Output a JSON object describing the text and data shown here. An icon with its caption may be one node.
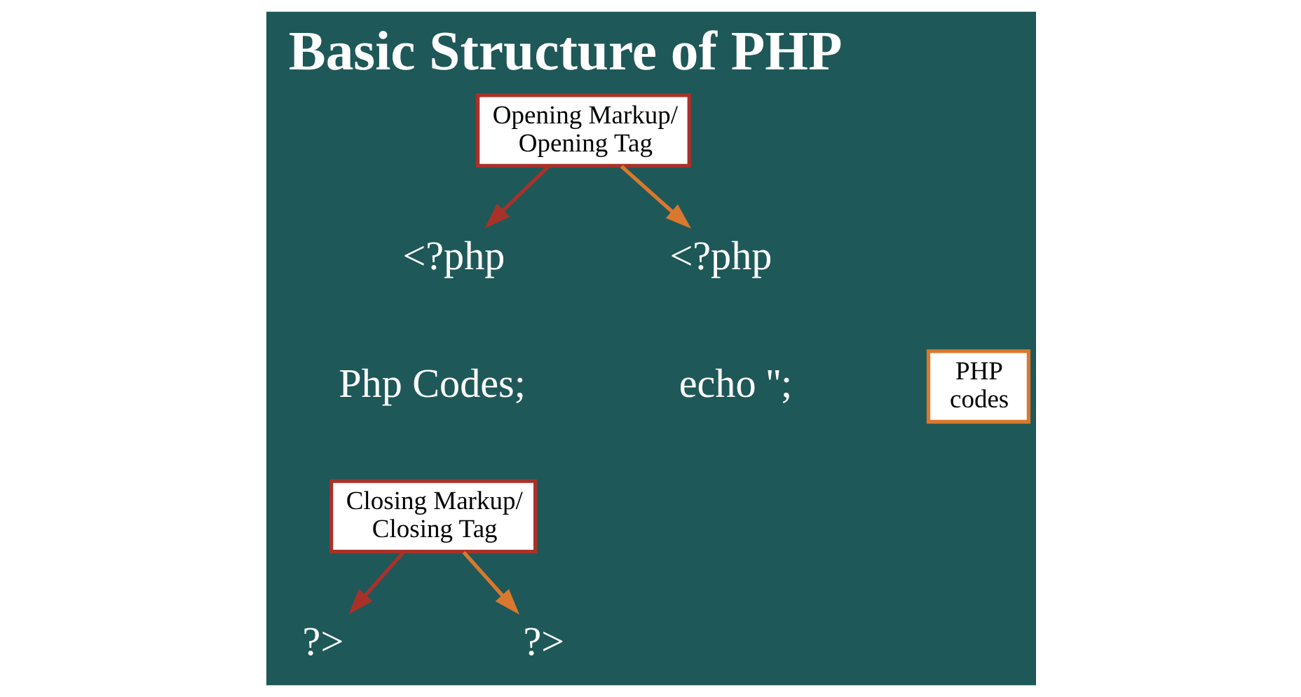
{
  "diagram": {
    "title": "Basic Structure of PHP",
    "nodes": [
      {
        "text": [
          "<?php"
        ]
      },
      {
        "text": [
          "Opening Markup/ Opening Tag"
        ]
      },
      {
        "text": [
          "<?php"
        ]
      },
      {
        "text": [
          "Php Codes;"
        ]
      },
      {
        "text": [
          "echo '';"
        ]
      },
      {
        "text": [
          "PHP codes"
        ]
      },
      {
        "text": [
          "?>"
        ]
      },
      {
        "text": [
          "Closing Markup/ Closing Tag"
        ]
      },
      {
        "text": [
          "?>"
        ]
      }
    ],
    "edges": [
      {
        "from": 1,
        "to": 0,
        "arrow": "to",
        "color": "#a8322a"
      },
      {
        "from": 1,
        "to": 2,
        "arrow": "to",
        "color": "#d9782e"
      },
      {
        "from": 7,
        "to": 6,
        "arrow": "to",
        "color": "#a8322a"
      },
      {
        "from": 7,
        "to": 8,
        "arrow": "to",
        "color": "#d9782e"
      }
    ]
  }
}
